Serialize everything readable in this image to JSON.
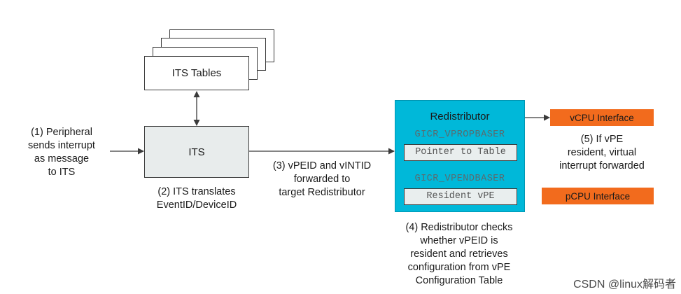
{
  "its_tables": {
    "label": "ITS Tables"
  },
  "its": {
    "label": "ITS"
  },
  "redistributor": {
    "title": "Redistributor",
    "reg1_name": "GICR_VPROPBASER",
    "reg1_value": "Pointer to Table",
    "reg2_name": "GICR_VPENDBASER",
    "reg2_value": "Resident vPE"
  },
  "vcpu_interface": {
    "label": "vCPU Interface"
  },
  "pcpu_interface": {
    "label": "pCPU Interface"
  },
  "steps": {
    "step1": "(1) Peripheral\nsends interrupt\nas message\nto ITS",
    "step2": "(2) ITS translates\nEventID/DeviceID",
    "step3": "(3) vPEID and vINTID\nforwarded to\ntarget Redistributor",
    "step4": "(4) Redistributor checks\nwhether vPEID is\nresident and retrieves\nconfiguration from vPE\nConfiguration Table",
    "step5": "(5) If vPE\nresident, virtual\ninterrupt forwarded"
  },
  "watermark": "CSDN @linux解码者",
  "colors": {
    "redistributor_fill": "#00b8d9",
    "interface_fill": "#f26b1d",
    "its_fill": "#e8ecec",
    "register_fill": "#e9eeee"
  }
}
